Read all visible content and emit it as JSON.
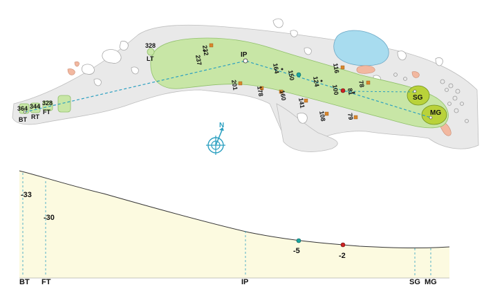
{
  "colors": {
    "rough": "#e8e8e8",
    "fairway": "#c8e6a6",
    "fairway_stroke": "#8fbf6a",
    "green": "#b9d23a",
    "water": "#a8dcef",
    "bunker": "#f2b8a0",
    "marker": "#d9862c",
    "path": "#2a9fc0",
    "elevation_fill": "#fcfae0",
    "elevation_line": "#333333",
    "point_teal": "#1aa6a0",
    "point_red": "#cc2222"
  },
  "tees": {
    "bt": {
      "yard": "364",
      "code": "BT"
    },
    "rt": {
      "yard": "344",
      "code": "RT"
    },
    "ft": {
      "yard": "328",
      "code": "FT"
    },
    "lt": {
      "yard": "328",
      "code": "LT"
    }
  },
  "greens": {
    "sg": "SG",
    "mg": "MG"
  },
  "ip_label": "IP",
  "compass_label": "N",
  "distances": {
    "d232": "232",
    "d237": "237",
    "d201": "201",
    "d178": "178",
    "d164": "164",
    "d160": "160",
    "d150": "150",
    "d141": "141",
    "d124": "124",
    "d116": "116",
    "d108": "108",
    "d100": "100",
    "d81": "81",
    "d79": "79",
    "d78": "78"
  },
  "elevation": {
    "bt_value": "-33",
    "ft_value": "-30",
    "teal_value": "-5",
    "red_value": "-2",
    "axis": [
      "BT",
      "FT",
      "IP",
      "SG",
      "MG"
    ]
  }
}
